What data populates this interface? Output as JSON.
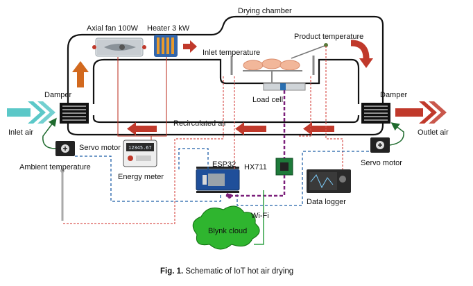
{
  "labels": {
    "drying_chamber": "Drying chamber",
    "axial_fan": "Axial fan 100W",
    "heater": "Heater 3 kW",
    "product_temperature": "Product temperature",
    "inlet_temperature": "Inlet temperature",
    "damper_left": "Damper",
    "damper_right": "Damper",
    "load_cell": "Load cell",
    "inlet_air": "Inlet air",
    "outlet_air": "Outlet air",
    "recirculated_air": "Recirculated air",
    "servo_motor_left": "Servo motor",
    "servo_motor_right": "Servo motor",
    "ambient_temperature": "Ambient temperature",
    "energy_meter": "Energy meter",
    "esp32": "ESP32",
    "hx711": "HX711",
    "data_logger": "Data logger",
    "wifi": "Wi-Fi",
    "blynk_cloud": "Blynk cloud"
  },
  "meter_display": "12345.67",
  "caption": {
    "prefix": "Fig. 1.",
    "text": " Schematic of IoT hot air drying"
  },
  "colors": {
    "duct": "#111111",
    "airflow_arrow": "#c0392b",
    "updraft_arrow": "#d2691e",
    "inlet_arrow": "#5bc8c8",
    "outlet_arrow": "#c0392b",
    "signal_red_dashed": "#d9534f",
    "signal_blue_dashed": "#1f5fa8",
    "hx711_link": "#7b1f7a",
    "wifi_link": "#2ea043",
    "servo_link": "#1f6b2e",
    "cloud": "#2fb52f"
  }
}
